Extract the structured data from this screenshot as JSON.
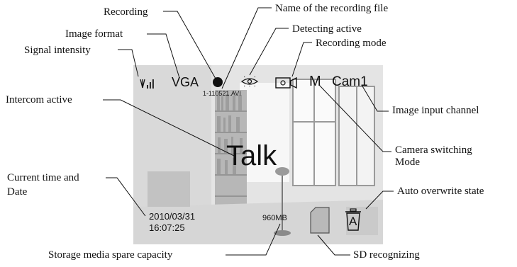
{
  "labels": {
    "recording": "Recording",
    "file_name": "Name of the recording file",
    "image_format": "Image format",
    "detecting": "Detecting active",
    "signal": "Signal intensity",
    "rec_mode": "Recording mode",
    "intercom": "Intercom active",
    "input_channel": "Image input channel",
    "cam_switch_1": "Camera switching",
    "cam_switch_2": "Mode",
    "time_1": "Current time and",
    "time_2": "Date",
    "overwrite": "Auto overwrite state",
    "storage": "Storage media spare capacity",
    "sd": "SD recognizing"
  },
  "screen": {
    "format": "VGA",
    "file": "1-110521.AVI",
    "mode": "M",
    "channel": "Cam1",
    "talk": "Talk",
    "date": "2010/03/31",
    "time": "16:07:25",
    "capacity": "960MB",
    "overwrite_letter": "A"
  },
  "icons": {
    "signal": "signal-bars-icon",
    "record": "record-dot-icon",
    "detect": "eye-icon",
    "camera": "video-camera-icon",
    "sd": "sd-card-icon",
    "trash": "trash-can-icon"
  }
}
